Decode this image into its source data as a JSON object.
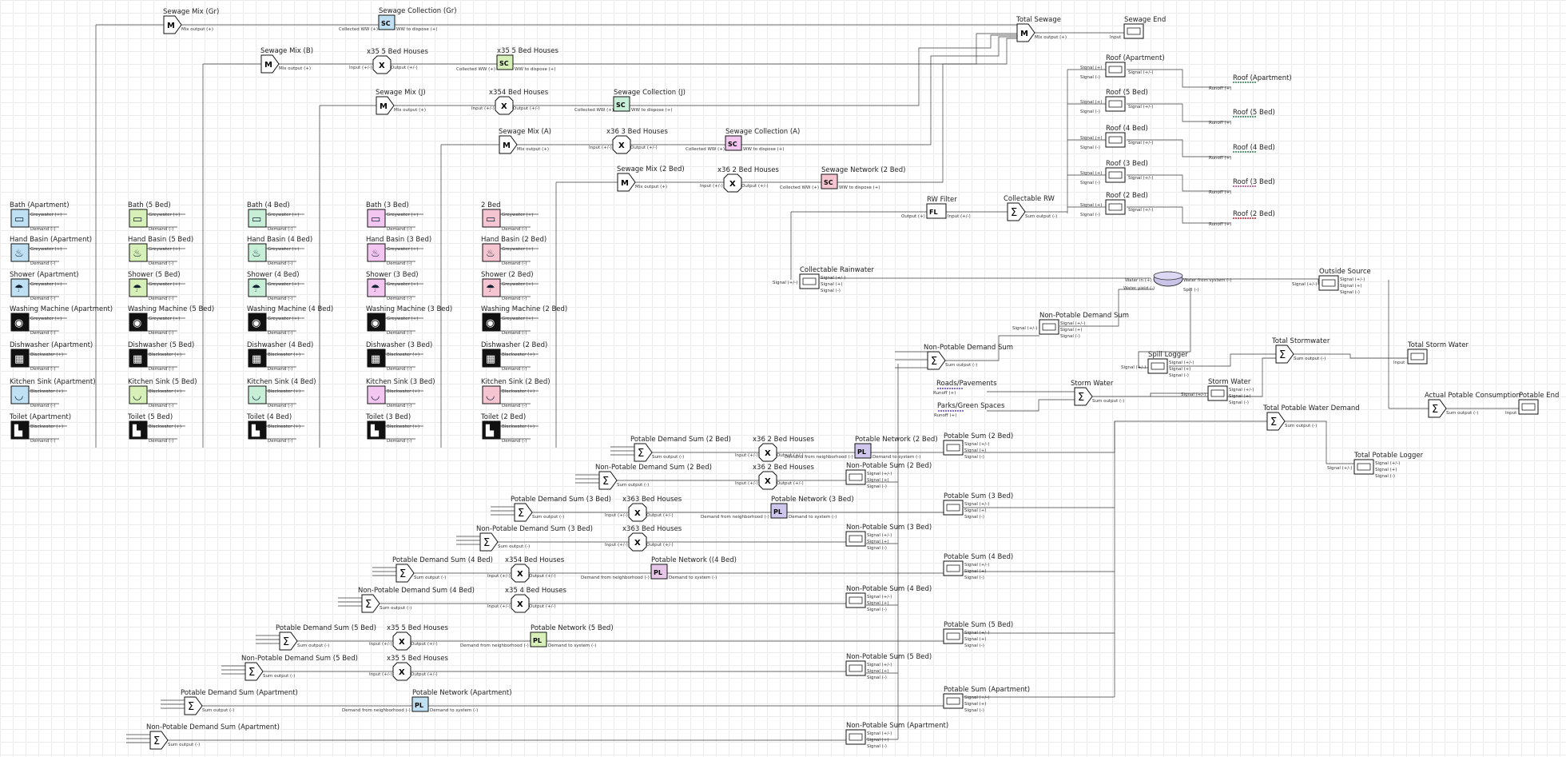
{
  "colors": {
    "apartment": "#bfe0f2",
    "bed5": "#d6f0b8",
    "bed4": "#c7efd8",
    "bed3": "#f2c6f0",
    "bed2": "#f6c5d2",
    "dark": "#111111",
    "wire": "#3a3a3a",
    "grid": "#ececec"
  },
  "ports": {
    "greywater": "Greywater (+)",
    "blackwater": "Blackwater (+)",
    "demand": "Demand (-)",
    "mix_output": "Mix output (+)",
    "sum_output": "Sum output (-)",
    "input": "Input (+/-)",
    "output": "Output (+/-)",
    "collected_ww": "Collected WW (+)",
    "ww_dispose": "WW to dispose (+)",
    "signal_pm": "Signal (+/-)",
    "signal_p": "Signal (+)",
    "signal_m": "Signal (-)",
    "runoff": "Runoff (+)",
    "input_plain": "Input",
    "demand_neighborhood": "Demand from neighborhood (-)",
    "demand_system": "Demand to system (-)",
    "output_pm": "Output (+)",
    "water_in": "Water in (+)",
    "water_sys": "Water from system (-)",
    "water_yield": "Water yield (-)",
    "spill": "Spill (-)"
  },
  "appliances": {
    "apartment": {
      "bath": "Bath (Apartment)",
      "hand": "Hand Basin (Apartment)",
      "shower": "Shower (Apartment)",
      "washing": "Washing Machine (Apartment)",
      "dish": "Dishwasher (Apartment)",
      "kitchen": "Kitchen Sink (Apartment)",
      "toilet": "Toilet (Apartment)"
    },
    "bed5": {
      "bath": "Bath (5 Bed)",
      "hand": "Hand Basin (5 Bed)",
      "shower": "Shower (5 Bed)",
      "washing": "Washing Machine (5 Bed)",
      "dish": "Dishwasher (5 Bed)",
      "kitchen": "Kitchen Sink (5 Bed)",
      "toilet": "Toilet (5 Bed)"
    },
    "bed4": {
      "bath": "Bath (4 Bed)",
      "hand": "Hand Basin (4 Bed)",
      "shower": "Shower (4 Bed)",
      "washing": "Washing Machine (4 Bed)",
      "dish": "Dishwasher (4 Bed)",
      "kitchen": "Kitchen Sink (4 Bed)",
      "toilet": "Toilet (4 Bed)"
    },
    "bed3": {
      "bath": "Bath (3 Bed)",
      "hand": "Hand Basin (3 Bed)",
      "shower": "Shower (3 Bed)",
      "washing": "Washing Machine (3 Bed)",
      "dish": "Dishwasher (3 Bed)",
      "kitchen": "Kitchen Sink (3 Bed)",
      "toilet": "Toilet (3 Bed)"
    },
    "bed2": {
      "bath": "2 Bed",
      "hand": "Hand Basin (2 Bed)",
      "shower": "Shower (2 Bed)",
      "washing": "Washing Machine (2 Bed)",
      "dish": "Dishwasher (2 Bed)",
      "kitchen": "Kitchen Sink (2 Bed)",
      "toilet": "Toilet (2 Bed)"
    }
  },
  "sewage": {
    "mix_gr": "Sewage Mix (Gr)",
    "coll_gr": "Sewage Collection (Gr)",
    "mix_b": "Sewage Mix (B)",
    "x5": "x35 5 Bed Houses",
    "mix_j": "Sewage Mix (J)",
    "x4": "x354 Bed Houses",
    "coll_j": "Sewage Collection (J)",
    "mix_a": "Sewage Mix (A)",
    "x3": "x36 3 Bed Houses",
    "coll_a": "Sewage Collection (A)",
    "mix_2": "Sewage Mix (2 Bed)",
    "x2": "x36 2 Bed Houses",
    "net_2": "Sewage Network (2 Bed)",
    "total": "Total Sewage",
    "end": "Sewage End"
  },
  "roof": {
    "apt": "Roof (Apartment)",
    "b5": "Roof (5 Bed)",
    "b4": "Roof (4 Bed)",
    "b3": "Roof (3 Bed)",
    "b2": "Roof (2 Bed)",
    "rw_filter": "RW Filter",
    "collectable_rw": "Collectable RW",
    "collectable_rainwater": "Collectable Rainwater",
    "outside": "Outside Source",
    "np_demand_sum": "Non-Potable Demand Sum",
    "np_demand_sum2": "Non-Potable Demand Sum",
    "spill_logger": "Spill Logger",
    "total_stormwater": "Total Stormwater",
    "total_storm_water": "Total Storm Water",
    "roads": "Roads/Pavements",
    "parks": "Parks/Green Spaces",
    "storm_water": "Storm Water",
    "storm_water2": "Storm Water",
    "total_potable": "Total Potable Water Demand",
    "actual_potable": "Actual Potable Consumption",
    "potable_end": "Potable End",
    "total_potable_logger": "Total Potable Logger"
  },
  "demand": {
    "p2": "Potable Demand Sum (2 Bed)",
    "x2a": "x36 2 Bed Houses",
    "pn2": "Potable Network (2 Bed)",
    "ps2": "Potable Sum (2 Bed)",
    "np2": "Non-Potable Demand Sum (2 Bed)",
    "x2b": "x36 2 Bed Houses",
    "nps2": "Non-Potable Sum (2 Bed)",
    "p3": "Potable Demand Sum (3 Bed)",
    "x3a": "x363 Bed Houses",
    "pn3": "Potable Network (3 Bed)",
    "ps3": "Potable Sum (3 Bed)",
    "np3": "Non-Potable Demand Sum (3 Bed)",
    "x3b": "x363 Bed Houses",
    "nps3": "Non-Potable Sum (3 Bed)",
    "p4": "Potable Demand Sum (4 Bed)",
    "x4a": "x354 Bed Houses",
    "pn4": "Potable Network ((4 Bed)",
    "ps4": "Potable Sum (4 Bed)",
    "np4": "Non-Potable Demand Sum (4 Bed)",
    "x4b": "x35 4 Bed Houses",
    "nps4": "Non-Potable Sum (4 Bed)",
    "p5": "Potable Demand Sum (5 Bed)",
    "x5a": "x35 5 Bed Houses",
    "pn5": "Potable Network (5 Bed)",
    "ps5": "Potable Sum (5 Bed)",
    "np5": "Non-Potable Demand Sum (5 Bed)",
    "x5b": "x35 5 Bed Houses",
    "nps5": "Non-Potable Sum (5 Bed)",
    "pa": "Potable Demand Sum (Apartment)",
    "pna": "Potable Network (Apartment)",
    "psa": "Potable Sum (Apartment)",
    "npa": "Non-Potable Demand Sum (Apartment)",
    "npsa": "Non-Potable Sum (Apartment)"
  },
  "glyphs": {
    "mix": "M",
    "mult": "X",
    "sum": "Σ",
    "filter": "FL",
    "sc": "SC",
    "pl": "PL"
  }
}
